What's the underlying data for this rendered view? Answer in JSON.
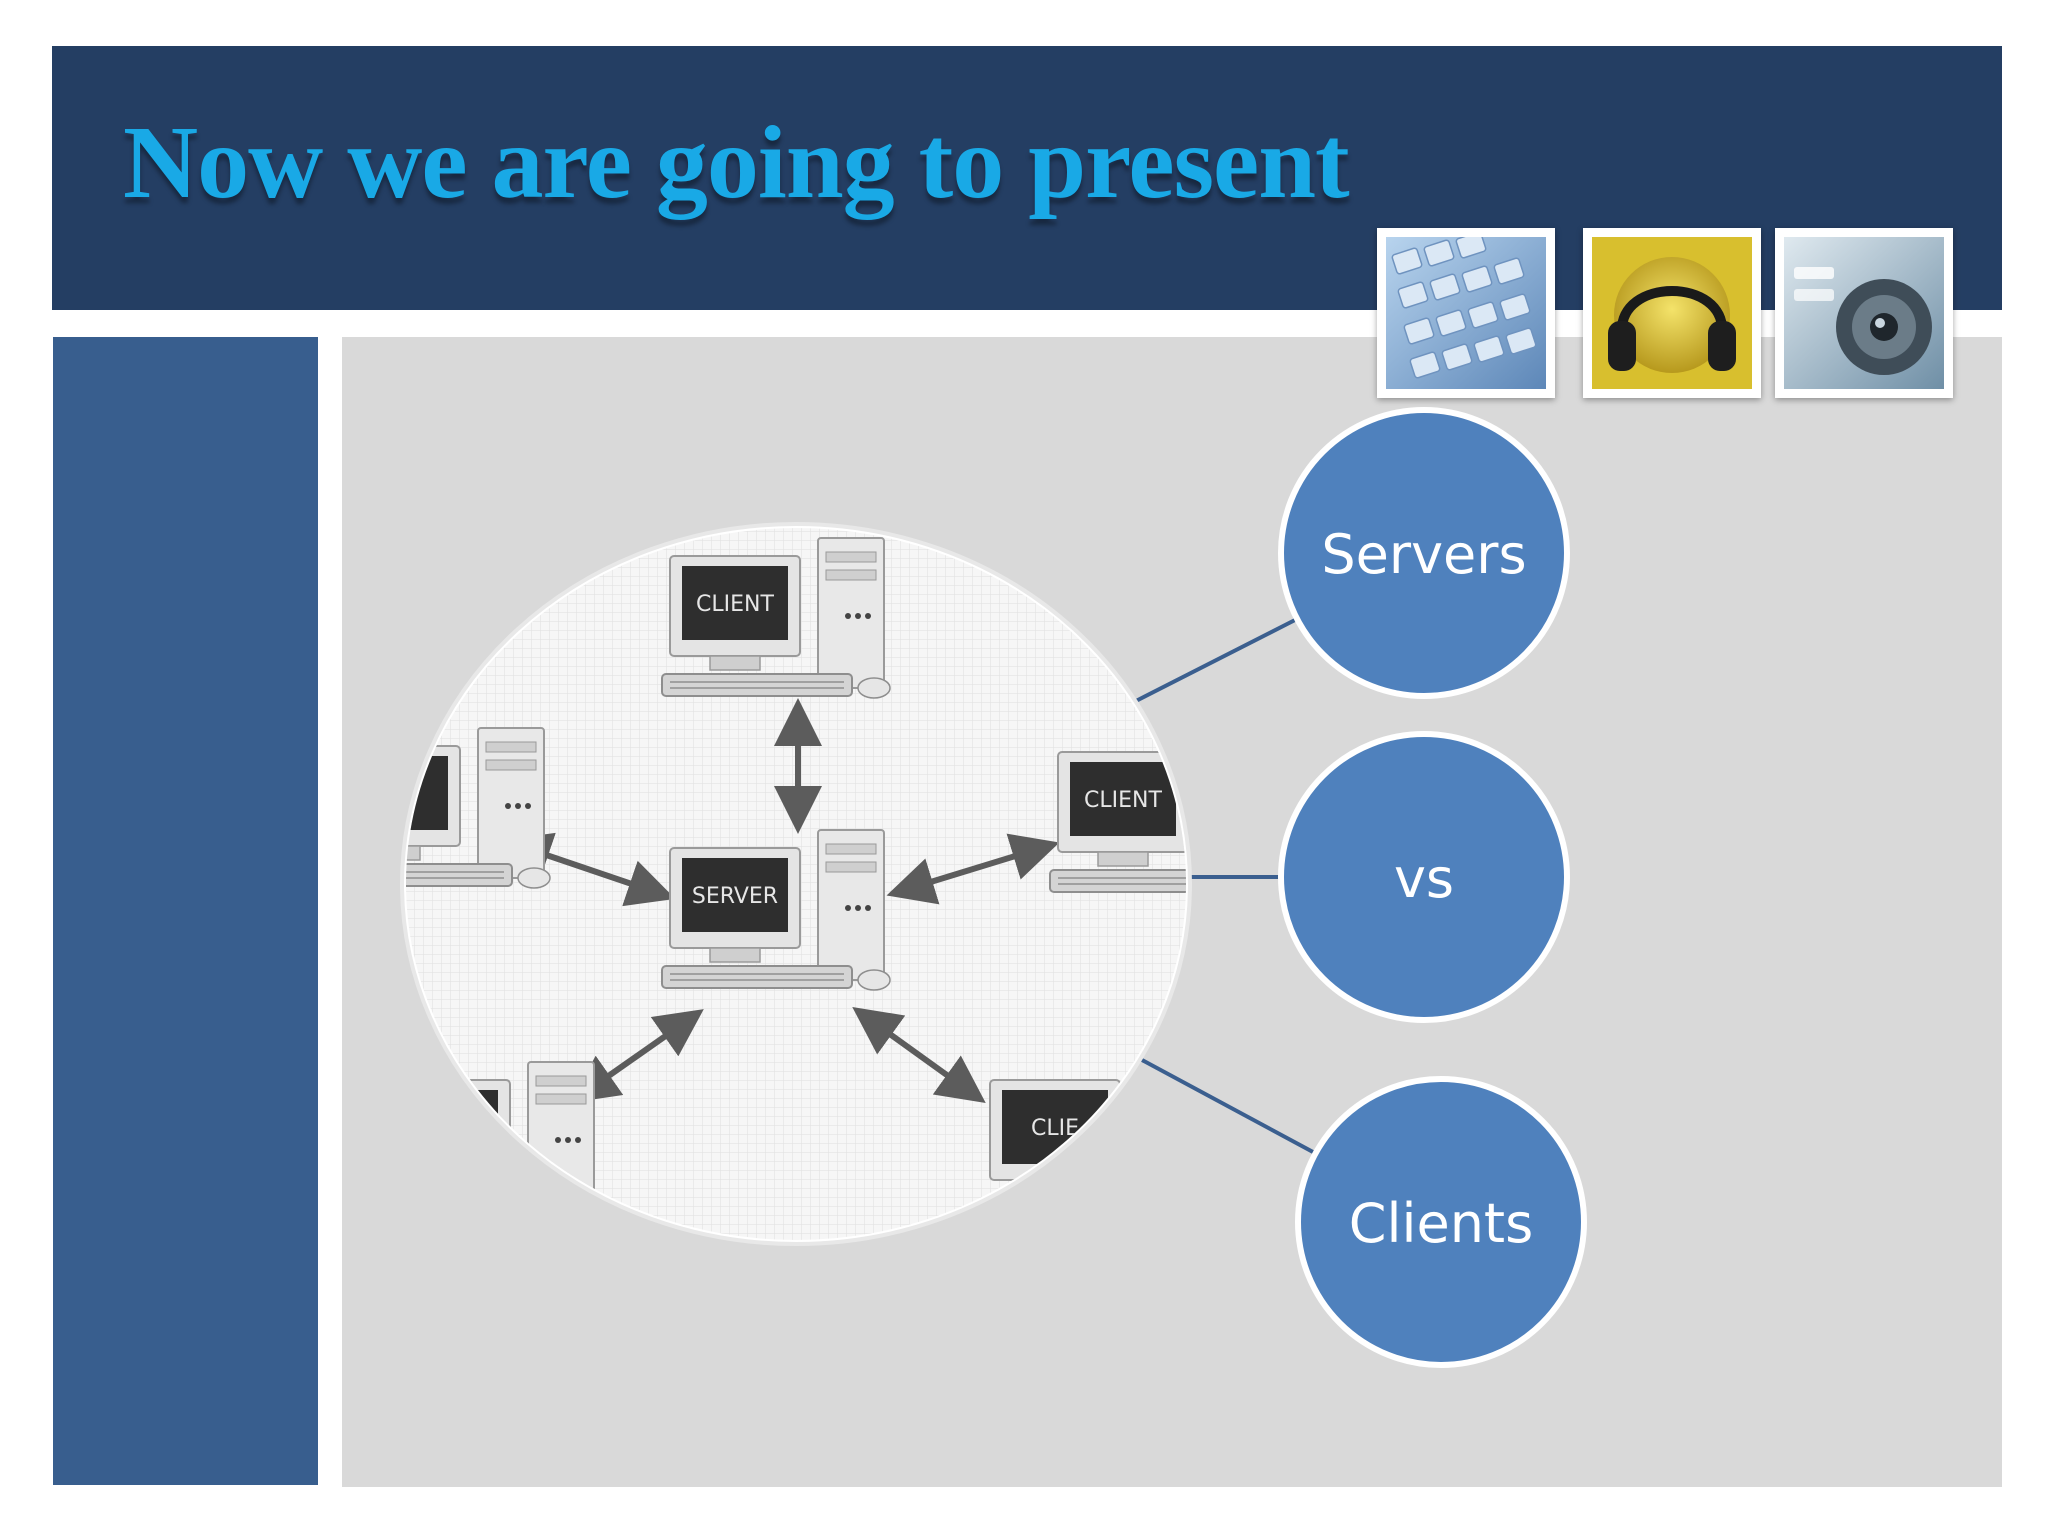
{
  "slide": {
    "title": "Now we are going to present"
  },
  "network_image": {
    "screen_labels": [
      "CLIENT",
      "SERVER",
      "CLIENT",
      "CLIE"
    ]
  },
  "nodes": [
    {
      "label": "Servers"
    },
    {
      "label": "vs"
    },
    {
      "label": "Clients"
    }
  ],
  "colors": {
    "header": "#243e63",
    "title": "#19a9e6",
    "sidebar": "#385e8e",
    "panel": "#d9d9d9",
    "node_fill": "#4f81bd",
    "connector": "#3b5f8f"
  },
  "thumbnails": [
    {
      "icon": "keyboard-icon"
    },
    {
      "icon": "headphones-icon"
    },
    {
      "icon": "speaker-icon"
    }
  ]
}
